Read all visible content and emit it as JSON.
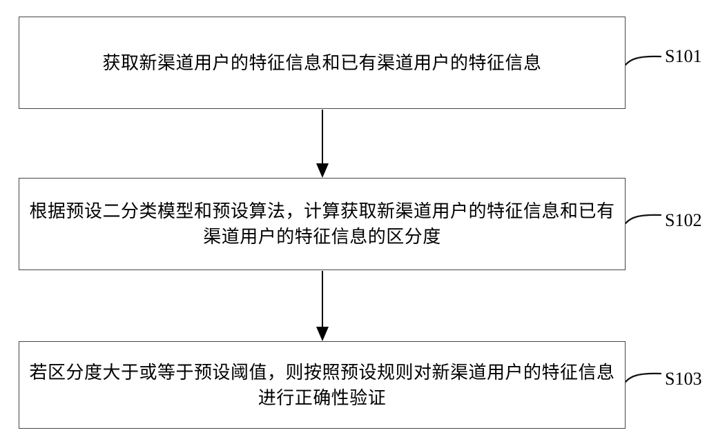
{
  "figure": {
    "type": "flowchart",
    "background_color": "#ffffff",
    "box_border_color": "#454545",
    "text_color": "#000000",
    "steps": [
      {
        "id": "S101",
        "text": "获取新渠道用户的特征信息和已有渠道用户的特征信息",
        "lines": [
          "获取新渠道用户的特征信息和已有渠道用户的特征信息"
        ]
      },
      {
        "id": "S102",
        "text": "根据预设二分类模型和预设算法，计算获取新渠道用户的特征信息和已有渠道用户的特征信息的区分度",
        "lines": [
          "根据预设二分类模型和预设算法，计算获取新渠道用户的特征信息和已有",
          "渠道用户的特征信息的区分度"
        ]
      },
      {
        "id": "S103",
        "text": "若区分度大于或等于预设阈值，则按照预设规则对新渠道用户的特征信息进行正确性验证",
        "lines": [
          "若区分度大于或等于预设阈值，则按照预设规则对新渠道用户的特征信息",
          "进行正确性验证"
        ]
      }
    ],
    "connectors": [
      {
        "from": "S101",
        "to": "S102",
        "type": "arrow-down"
      },
      {
        "from": "S102",
        "to": "S103",
        "type": "arrow-down"
      }
    ]
  }
}
